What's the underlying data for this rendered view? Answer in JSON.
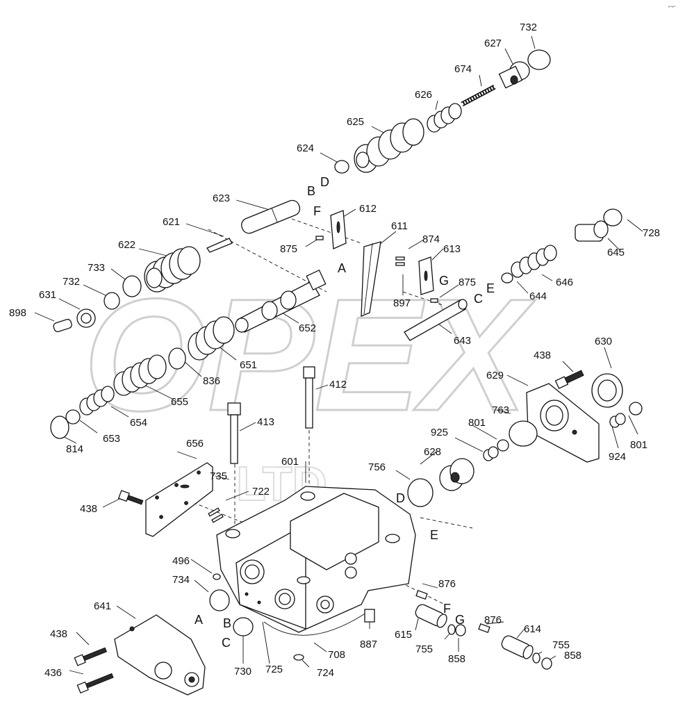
{
  "watermark": {
    "text": "OPEX",
    "subtext": "LTD"
  },
  "corner_mark": "⌐⌐",
  "part_numbers": [
    {
      "id": "p732a",
      "text": "732"
    },
    {
      "id": "p627",
      "text": "627"
    },
    {
      "id": "p674",
      "text": "674"
    },
    {
      "id": "p626",
      "text": "626"
    },
    {
      "id": "p625",
      "text": "625"
    },
    {
      "id": "p624",
      "text": "624"
    },
    {
      "id": "p623",
      "text": "623"
    },
    {
      "id": "p612",
      "text": "612"
    },
    {
      "id": "p611",
      "text": "611"
    },
    {
      "id": "p621",
      "text": "621"
    },
    {
      "id": "p875a",
      "text": "875"
    },
    {
      "id": "p874",
      "text": "874"
    },
    {
      "id": "p613",
      "text": "613"
    },
    {
      "id": "p728",
      "text": "728"
    },
    {
      "id": "p622",
      "text": "622"
    },
    {
      "id": "p645",
      "text": "645"
    },
    {
      "id": "p733",
      "text": "733"
    },
    {
      "id": "p646",
      "text": "646"
    },
    {
      "id": "p732b",
      "text": "732"
    },
    {
      "id": "p875b",
      "text": "875"
    },
    {
      "id": "p644",
      "text": "644"
    },
    {
      "id": "p631",
      "text": "631"
    },
    {
      "id": "p897",
      "text": "897"
    },
    {
      "id": "p898",
      "text": "898"
    },
    {
      "id": "p652",
      "text": "652"
    },
    {
      "id": "p643",
      "text": "643"
    },
    {
      "id": "p630",
      "text": "630"
    },
    {
      "id": "p438a",
      "text": "438"
    },
    {
      "id": "p651",
      "text": "651"
    },
    {
      "id": "p629",
      "text": "629"
    },
    {
      "id": "p836",
      "text": "836"
    },
    {
      "id": "p412",
      "text": "412"
    },
    {
      "id": "p655",
      "text": "655"
    },
    {
      "id": "p763",
      "text": "763"
    },
    {
      "id": "p413",
      "text": "413"
    },
    {
      "id": "p654",
      "text": "654"
    },
    {
      "id": "p801a",
      "text": "801"
    },
    {
      "id": "p925",
      "text": "925"
    },
    {
      "id": "p653",
      "text": "653"
    },
    {
      "id": "p801b",
      "text": "801"
    },
    {
      "id": "p814",
      "text": "814"
    },
    {
      "id": "p924",
      "text": "924"
    },
    {
      "id": "p656",
      "text": "656"
    },
    {
      "id": "p628",
      "text": "628"
    },
    {
      "id": "p601",
      "text": "601"
    },
    {
      "id": "p756",
      "text": "756"
    },
    {
      "id": "p735",
      "text": "735"
    },
    {
      "id": "p722",
      "text": "722"
    },
    {
      "id": "p438b",
      "text": "438"
    },
    {
      "id": "p496",
      "text": "496"
    },
    {
      "id": "p734",
      "text": "734"
    },
    {
      "id": "p876a",
      "text": "876"
    },
    {
      "id": "p641",
      "text": "641"
    },
    {
      "id": "p615",
      "text": "615"
    },
    {
      "id": "p876b",
      "text": "876"
    },
    {
      "id": "p614",
      "text": "614"
    },
    {
      "id": "p438c",
      "text": "438"
    },
    {
      "id": "p887",
      "text": "887"
    },
    {
      "id": "p755a",
      "text": "755"
    },
    {
      "id": "p755b",
      "text": "755"
    },
    {
      "id": "p858a",
      "text": "858"
    },
    {
      "id": "p858b",
      "text": "858"
    },
    {
      "id": "p708",
      "text": "708"
    },
    {
      "id": "p730",
      "text": "730"
    },
    {
      "id": "p725",
      "text": "725"
    },
    {
      "id": "p724",
      "text": "724"
    },
    {
      "id": "p436",
      "text": "436"
    }
  ],
  "port_letters": [
    {
      "id": "B1",
      "text": "B"
    },
    {
      "id": "D1",
      "text": "D"
    },
    {
      "id": "F1",
      "text": "F"
    },
    {
      "id": "A1",
      "text": "A"
    },
    {
      "id": "G1",
      "text": "G"
    },
    {
      "id": "E1",
      "text": "E"
    },
    {
      "id": "C1",
      "text": "C"
    },
    {
      "id": "D2",
      "text": "D"
    },
    {
      "id": "E2",
      "text": "E"
    },
    {
      "id": "F2",
      "text": "F"
    },
    {
      "id": "G2",
      "text": "G"
    },
    {
      "id": "A2",
      "text": "A"
    },
    {
      "id": "B2",
      "text": "B"
    },
    {
      "id": "C2",
      "text": "C"
    }
  ]
}
